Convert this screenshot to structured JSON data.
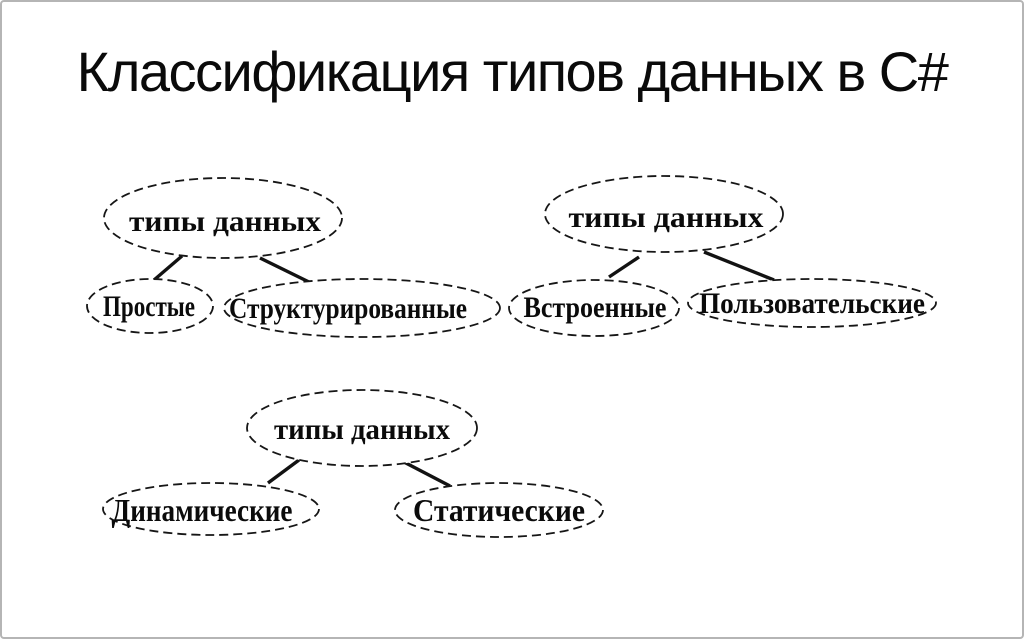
{
  "slide": {
    "title": "Классификация типов данных в C#",
    "background_color": "#ffffff",
    "border_color": "#b5b5b5",
    "ink_color": "#111111"
  },
  "diagrams": [
    {
      "name": "simple-vs-structured",
      "root": "типы данных",
      "children": [
        "Простые",
        "Структурированные"
      ]
    },
    {
      "name": "builtin-vs-user",
      "root": "типы данных",
      "children": [
        "Встроенные",
        "Пользовательские"
      ]
    },
    {
      "name": "dynamic-vs-static",
      "root": "типы данных",
      "children": [
        "Динамические",
        "Статические"
      ]
    }
  ]
}
